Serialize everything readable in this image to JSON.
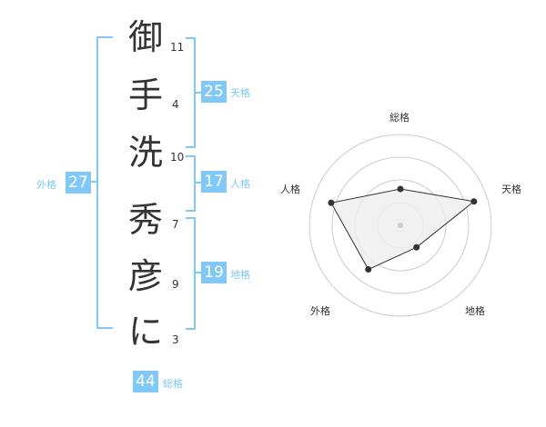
{
  "name": {
    "chars": [
      {
        "char": "御",
        "strokes": "11"
      },
      {
        "char": "手",
        "strokes": "4"
      },
      {
        "char": "洗",
        "strokes": "10"
      },
      {
        "char": "秀",
        "strokes": "7"
      },
      {
        "char": "彦",
        "strokes": "9"
      },
      {
        "char": "に",
        "strokes": "3"
      }
    ]
  },
  "scores": {
    "tenkaku": {
      "value": "25",
      "label": "天格"
    },
    "jinkaku": {
      "value": "17",
      "label": "人格"
    },
    "chikaku": {
      "value": "19",
      "label": "地格"
    },
    "gaikaku": {
      "value": "27",
      "label": "外格"
    },
    "soukaku": {
      "value": "44",
      "label": "総格"
    }
  },
  "chart_data": {
    "type": "radar",
    "axes": [
      "総格",
      "天格",
      "地格",
      "外格",
      "人格"
    ],
    "values": [
      0.4,
      0.85,
      0.3,
      0.6,
      0.8
    ],
    "range": [
      0,
      1
    ],
    "rings": 4,
    "colors": {
      "accent": "#7fc8f8",
      "fill": "#eeeeee",
      "line": "#333333",
      "grid": "#cccccc"
    }
  }
}
